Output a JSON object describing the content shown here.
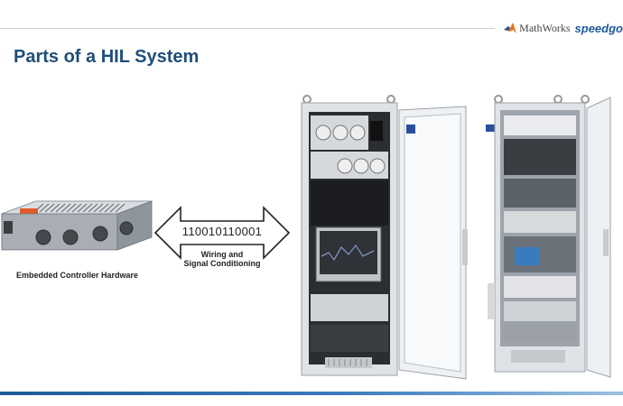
{
  "header": {
    "brand_company": "MathWorks",
    "brand_product": "speedgo",
    "logo_icon": "mathworks-membrane-logo"
  },
  "slide": {
    "title": "Parts of a HIL System"
  },
  "controller": {
    "label": "Embedded Controller Hardware",
    "image": "embedded-controller-box"
  },
  "arrow": {
    "bits": "110010110001",
    "label_line1": "Wiring and",
    "label_line2": "Signal Conditioning",
    "icon": "double-headed-arrow"
  },
  "racks": {
    "front_image": "hil-cabinet-open-door",
    "back_image": "hil-cabinet-wiring-view"
  },
  "colors": {
    "title": "#1f4e79",
    "brand_blue": "#1e5a9b",
    "logo_orange": "#e8731f",
    "footer_bar": "#1e5a9b"
  }
}
